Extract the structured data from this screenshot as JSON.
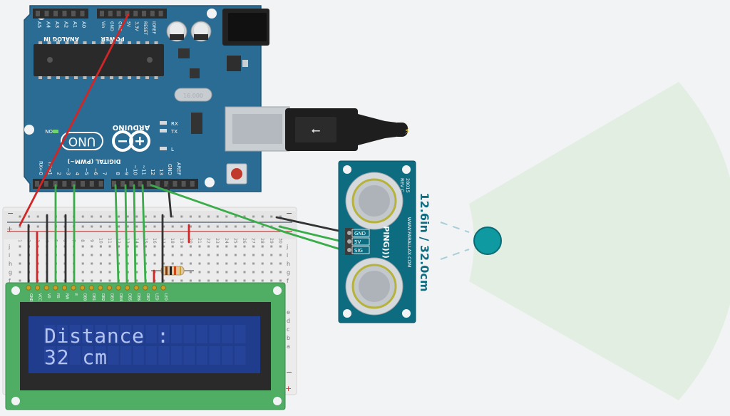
{
  "arduino": {
    "logo_text": "ARDUINO",
    "model": "UNO",
    "header_analog": "ANALOG IN",
    "header_power": "POWER",
    "header_digital": "DIGITAL (PWM~)",
    "analog_pins": [
      "A5",
      "A4",
      "A3",
      "A2",
      "A1",
      "A0"
    ],
    "power_pins": [
      "Vin",
      "GND",
      "GND",
      "5V",
      "3.3V",
      "RESET",
      "IOREF"
    ],
    "digital_pins": [
      "RX←0",
      "TX→1",
      "2",
      "~3",
      "4",
      "~5",
      "~6",
      "7",
      "8",
      "~9",
      "~10",
      "~11",
      "12",
      "13",
      "GND",
      "AREF"
    ],
    "led_on": "ON",
    "led_rx": "RX",
    "led_tx": "TX",
    "led_l": "L",
    "crystal": "16.000"
  },
  "sensor": {
    "model": "28015",
    "rev": "REV C",
    "name": "PING)))",
    "url": "WWW.PARALLAX.COM",
    "pins": [
      "GND",
      "5V",
      "SIG"
    ]
  },
  "readout": {
    "text": "12.6in / 32.0cm"
  },
  "lcd": {
    "line1": "Distance :",
    "line2": "32 cm",
    "pins": [
      "GND",
      "VCC",
      "V0",
      "RS",
      "RW",
      "E",
      "DB0",
      "DB1",
      "DB2",
      "DB3",
      "DB4",
      "DB5",
      "DB6",
      "DB7",
      "LED",
      "LED"
    ]
  },
  "breadboard": {
    "rows": [
      "j",
      "i",
      "h",
      "g",
      "f",
      "e",
      "d",
      "c",
      "b",
      "a"
    ],
    "columns": [
      "1",
      "2",
      "3",
      "4",
      "5",
      "6",
      "7",
      "8",
      "9",
      "10",
      "11",
      "12",
      "13",
      "14",
      "15",
      "16",
      "17",
      "18",
      "19",
      "20",
      "21",
      "22",
      "23",
      "24",
      "25",
      "26",
      "27",
      "28",
      "29",
      "30"
    ],
    "rail_plus": "+",
    "rail_minus": "−"
  },
  "colors": {
    "board": "#2a6c93",
    "sensor": "#0e6c80",
    "lcd_green": "#4fae64",
    "lcd_screen": "#203c8c",
    "lcd_text": "#b3c3ef",
    "wire_green": "#3aac4a",
    "wire_red": "#d22626",
    "wire_black": "#333333",
    "target": "#0e9aa0",
    "cone": "#e3eee3",
    "readout": "#0e6c80"
  }
}
